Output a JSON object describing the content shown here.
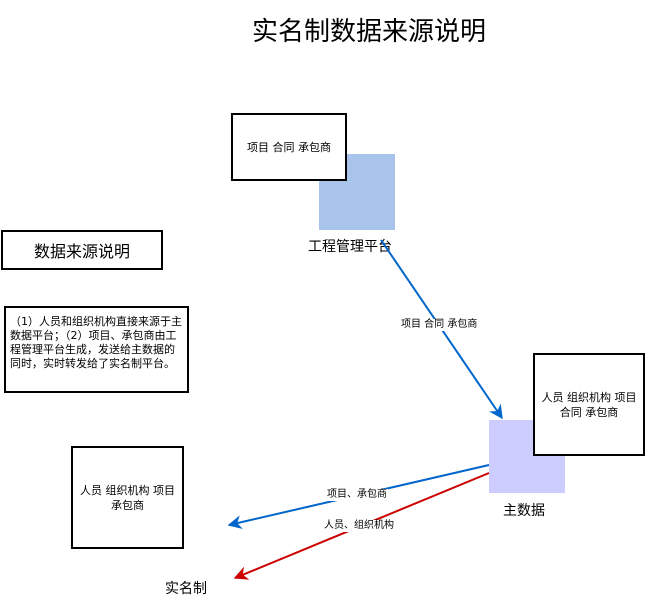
{
  "title": "实名制数据来源说明",
  "nodes": {
    "platform_note": "项目 合同 承包商",
    "platform_label": "工程管理平台",
    "legend_title": "数据来源说明",
    "legend_text": "（1）人员和组织机构直接来源于主数据平台；（2）项目、承包商由工程管理平台生成，发送给主数据的同时，实时转发给了实名制平台。",
    "master_note": "人员 组织机构 项目 合同 承包商",
    "master_label": "主数据",
    "realname_note": "人员 组织机构 项目 承包商",
    "realname_label": "实名制"
  },
  "edges": {
    "platform_to_master": "项目 合同 承包商",
    "master_to_realname_blue": "项目、承包商",
    "master_to_realname_red": "人员、组织机构"
  },
  "colors": {
    "platform_square": "#a9c4eb",
    "master_square": "#ccccff",
    "blue_arrow": "#0066cc",
    "red_arrow": "#cc0000"
  }
}
